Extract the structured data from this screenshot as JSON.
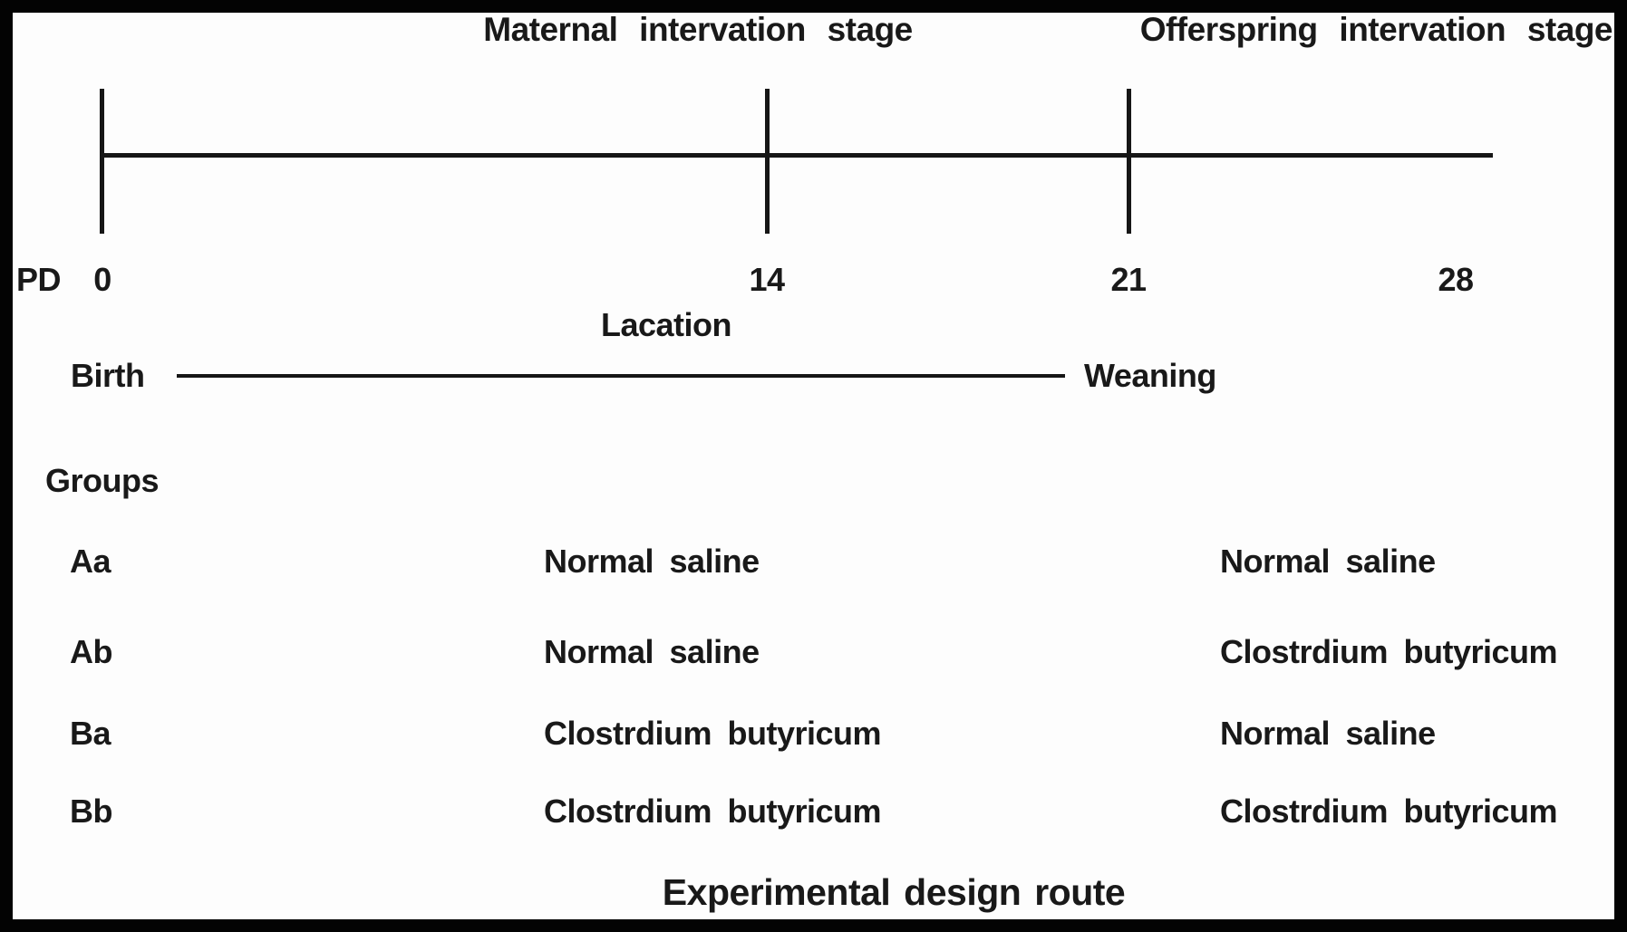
{
  "figure": {
    "stage_titles": {
      "maternal": "Maternal intervation stage",
      "offspring": "Offerspring intervation stage"
    },
    "timeline": {
      "axis_prefix": "PD",
      "tick_labels": [
        "0",
        "14",
        "21",
        "28"
      ]
    },
    "lactation": {
      "label": "Lacation",
      "start_label": "Birth",
      "end_label": "Weaning"
    },
    "groups": {
      "header": "Groups",
      "rows": [
        {
          "id": "Aa",
          "maternal": "Normal saline",
          "offspring": "Normal saline"
        },
        {
          "id": "Ab",
          "maternal": "Normal saline",
          "offspring": "Clostrdium butyricum"
        },
        {
          "id": "Ba",
          "maternal": "Clostrdium butyricum",
          "offspring": "Normal saline"
        },
        {
          "id": "Bb",
          "maternal": "Clostrdium butyricum",
          "offspring": "Clostrdium butyricum"
        }
      ]
    },
    "caption": "Experimental design route",
    "colors": {
      "ink": "#191919",
      "background": "#fdfdfd",
      "frame": "#030303"
    }
  }
}
